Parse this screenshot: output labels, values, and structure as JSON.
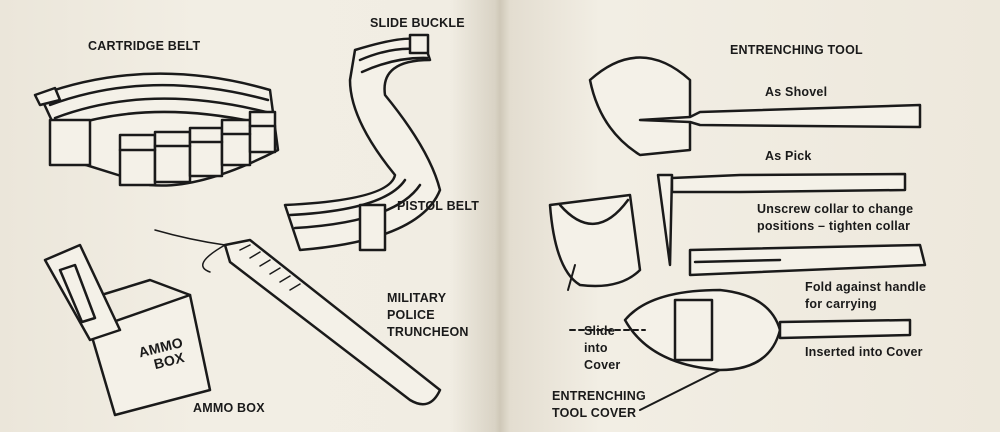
{
  "left_page": {
    "cartridge_belt": "CARTRIDGE BELT",
    "slide_buckle": "SLIDE BUCKLE",
    "pistol_belt": "PISTOL BELT",
    "truncheon": [
      "MILITARY",
      "POLICE",
      "TRUNCHEON"
    ],
    "ammo_box": "AMMO BOX",
    "ammo_box_marking": [
      "AMMO",
      "BOX"
    ]
  },
  "right_page": {
    "title": "ENTRENCHING TOOL",
    "as_shovel": "As Shovel",
    "as_pick": "As Pick",
    "unscrew": [
      "Unscrew collar to change",
      "positions – tighten collar"
    ],
    "fold": [
      "Fold against handle",
      "for carrying"
    ],
    "inserted": "Inserted into Cover",
    "slide_into_cover": [
      "Slide",
      "into",
      "Cover"
    ],
    "tool_cover": [
      "ENTRENCHING",
      "TOOL COVER"
    ]
  },
  "colors": {
    "paper": "#efeadf",
    "ink": "#1a1a1a",
    "bleed": "#c9cdd6"
  }
}
